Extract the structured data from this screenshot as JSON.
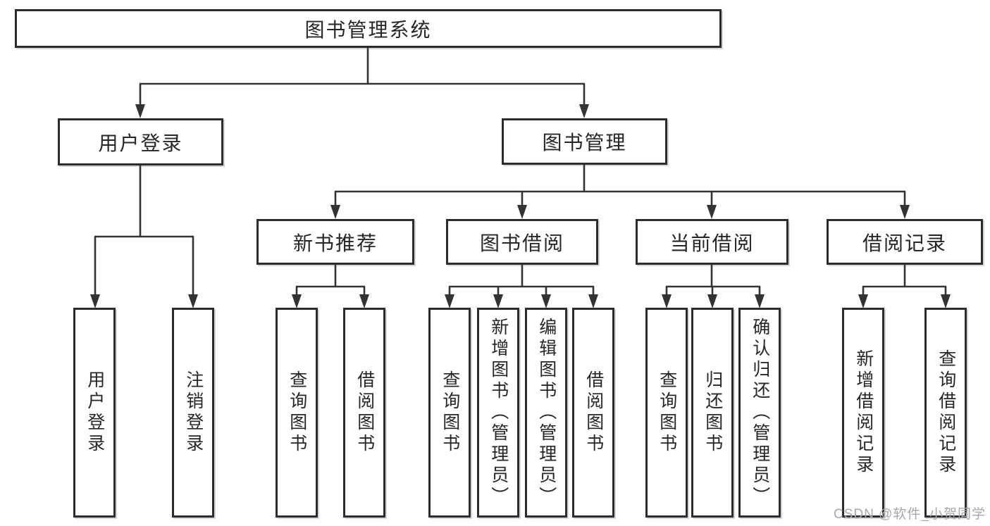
{
  "diagram": {
    "root": {
      "label": "图书管理系统"
    },
    "level2": [
      {
        "label": "用户登录"
      },
      {
        "label": "图书管理"
      }
    ],
    "level3": [
      {
        "label": "新书推荐"
      },
      {
        "label": "图书借阅"
      },
      {
        "label": "当前借阅"
      },
      {
        "label": "借阅记录"
      }
    ],
    "leaves": [
      {
        "label": "用户登录"
      },
      {
        "label": "注销登录"
      },
      {
        "label": "查询图书"
      },
      {
        "label": "借阅图书"
      },
      {
        "label": "查询图书"
      },
      {
        "label": "新增图书（管理员）"
      },
      {
        "label": "编辑图书（管理员）"
      },
      {
        "label": "借阅图书"
      },
      {
        "label": "查询图书"
      },
      {
        "label": "归还图书"
      },
      {
        "label": "确认归还（管理员）"
      },
      {
        "label": "新增借阅记录"
      },
      {
        "label": "查询借阅记录"
      }
    ]
  },
  "watermark": {
    "text": "CSDN @软件_小贺同学"
  },
  "colors": {
    "line": "#333333",
    "box_border": "#2d2d2d",
    "text": "#262626",
    "background": "#ffffff",
    "watermark": "#a8a8a8"
  }
}
